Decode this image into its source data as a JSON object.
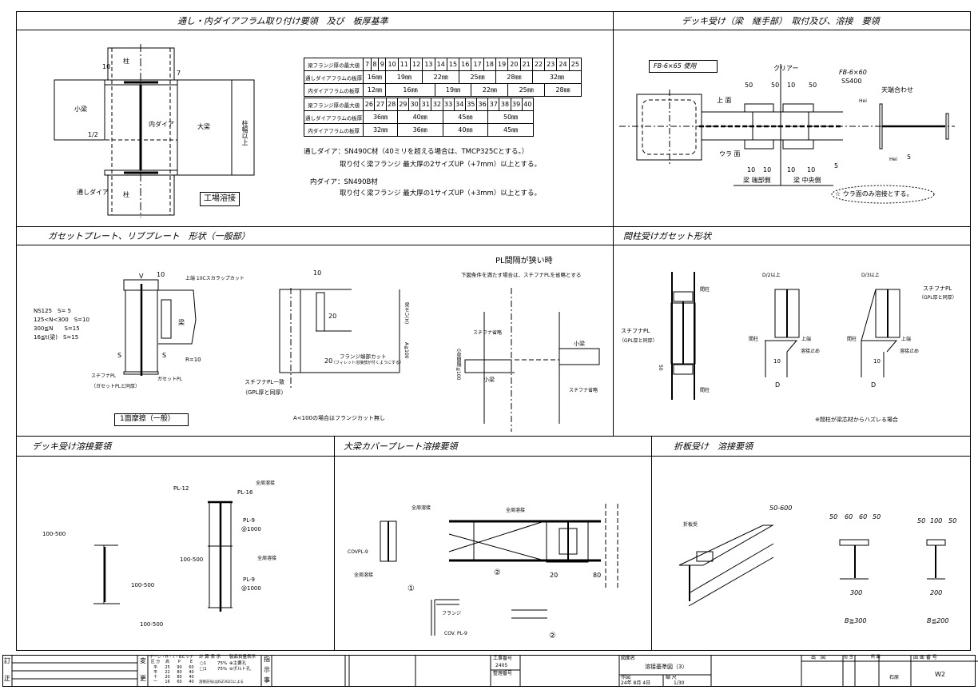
{
  "sections": [
    {
      "title": "通し・内ダイアフラム取り付け要領　及び　板厚基準"
    },
    {
      "title": "デッキ受け（梁　継手部）　取付及び、溶接　要領"
    },
    {
      "title": "ガセットプレート、リブプレート　形状（一般部）"
    },
    {
      "title": "間柱受けガセット形状"
    },
    {
      "title": "デッキ受け溶接要領"
    },
    {
      "title": "大梁カバープレート溶接要領"
    },
    {
      "title": "折板受け　溶接要領"
    }
  ],
  "diaphragm": {
    "labels": {
      "column": "柱",
      "small_beam": "小梁",
      "big_beam": "大梁",
      "inner_dia": "内ダイア",
      "through_dia": "通しダイア",
      "factory_weld": "工場溶接",
      "dim10": "10",
      "dim7": "7",
      "half": "1/2",
      "beam_width": "柱幅以上"
    },
    "table1": {
      "header_label": "梁フランジ厚の最大値",
      "thickness": [
        "7",
        "8",
        "9",
        "10",
        "11",
        "12",
        "13",
        "14",
        "15",
        "16",
        "17",
        "18",
        "19",
        "20",
        "21",
        "22",
        "23",
        "24",
        "25"
      ],
      "through_label": "通しダイアフラムの板厚",
      "through": [
        {
          "v": "16㎜",
          "span": 3
        },
        {
          "v": "19㎜",
          "span": 3
        },
        {
          "v": "22㎜",
          "span": 3
        },
        {
          "v": "25㎜",
          "span": 3
        },
        {
          "v": "28㎜",
          "span": 3
        },
        {
          "v": "32㎜",
          "span": 4
        }
      ],
      "inner_label": "内ダイアフラムの板厚",
      "inner": [
        {
          "v": "12㎜",
          "span": 3
        },
        {
          "v": "16㎜",
          "span": 4
        },
        {
          "v": "19㎜",
          "span": 3
        },
        {
          "v": "22㎜",
          "span": 3
        },
        {
          "v": "25㎜",
          "span": 3
        },
        {
          "v": "28㎜",
          "span": 3
        }
      ]
    },
    "table2": {
      "header_label": "梁フランジ厚の最大値",
      "thickness": [
        "26",
        "27",
        "28",
        "29",
        "30",
        "31",
        "32",
        "33",
        "34",
        "35",
        "36",
        "37",
        "38",
        "39",
        "40"
      ],
      "through_label": "通しダイアフラムの板厚",
      "through": [
        {
          "v": "36㎜",
          "span": 3
        },
        {
          "v": "40㎜",
          "span": 4
        },
        {
          "v": "45㎜",
          "span": 4
        },
        {
          "v": "50㎜",
          "span": 4
        }
      ],
      "inner_label": "内ダイアフラムの板厚",
      "inner": [
        {
          "v": "32㎜",
          "span": 3
        },
        {
          "v": "36㎜",
          "span": 4
        },
        {
          "v": "40㎜",
          "span": 4
        },
        {
          "v": "45㎜",
          "span": 4
        }
      ]
    },
    "notes": [
      "通しダイア：SN490C材（40ミリを超える場合は、TMCP325Cとする。）",
      "取り付く梁フランジ 最大厚の2サイズUP（+7mm）以上とする。",
      "内ダイア：SN490B材",
      "取り付く梁フランジ 最大厚の1サイズUP（+3mm）以上とする。"
    ]
  },
  "deck_joint": {
    "fb_box": "FB-6×65 使用",
    "clear": "クリアー",
    "fb": "FB-6×60",
    "ss": "SS400",
    "d50a": "50",
    "d50b": "50",
    "d10a": "10",
    "d50c": "50",
    "top_face": "上 面",
    "back_face": "ウラ 面",
    "b10": [
      "10",
      "10",
      "10",
      "10"
    ],
    "end_side": "梁 端部側",
    "center_side": "梁 中央側",
    "note": "☆ ウラ面のみ溶接とする。",
    "top_align": "天端合わせ",
    "w5a": "5",
    "w5b": "5",
    "hei_a": "Hei",
    "hei_b": "Hei"
  },
  "gusset": {
    "s_rules": [
      "NS125　S= 5",
      "125<N<300　S=10",
      "300≦N　　S=15",
      "16≦t(梁)　S=15"
    ],
    "v": "V",
    "d10": "10",
    "scallop": "上端 10Cスカラップカット",
    "beam": "梁",
    "r10": "R=10",
    "s1": "S",
    "s2": "S",
    "stiff": "スチフナPL",
    "stiff_note": "（ガセットPLと同厚）",
    "gpl": "ガセットPL",
    "box": "1面摩擦（一般）",
    "d10b": "10",
    "d20": "20",
    "d20b": "20",
    "beam_h": "梁せい(H)",
    "a_dim": "A≧100",
    "flange_cut": "フランジ端部カット",
    "flange_note": "（フィレット溶接部が付くようにする）",
    "stiff2": "スチフナPL一致",
    "stiff2_note": "（GPL厚と同厚）",
    "a_note": "A<100の場合はフランジカット無し",
    "narrow_title": "PL間隔が狭い時",
    "narrow_note": "下図条件を満たす場合は、スチフナPLを省略とする",
    "omit1": "スチフナ省略",
    "omit2": "スチフナ省略",
    "sb1": "小梁",
    "sb2": "小梁",
    "gap": "小梁間隔≦100"
  },
  "stud": {
    "col1": "間柱",
    "col2": "間柱",
    "stiff": "スチフナPL",
    "stiff_note": "（GPL厚と同厚）",
    "d50": "50",
    "d2": "D/2以上",
    "d3": "D/3以上",
    "col3": "間柱",
    "top1": "上端",
    "col4": "間柱",
    "top2": "上端",
    "stop1": "溶接止め",
    "stop2": "溶接止め",
    "t10a": "10",
    "t10b": "10",
    "da": "D",
    "db": "D",
    "stiff2": "スチフナPL",
    "stiff2_note": "（GPL厚と同厚）",
    "note": "※間柱が梁芯材からハズレる場合"
  },
  "deck_weld": {
    "w1": "100-500",
    "w2": "100-500",
    "w3": "100-500",
    "w4": "100-500",
    "pl12": "PL-12",
    "pl16": "PL-16",
    "pl9a": "PL-9",
    "at1": "@1000",
    "pl9b": "PL-9",
    "at2": "@1000",
    "allround1": "全周溶接",
    "allround2": "全周溶接"
  },
  "cover": {
    "ar1": "全周溶接",
    "cov": "COVPL-9",
    "ar2": "全周溶接",
    "ar3": "全周溶接",
    "c2a": "②",
    "d20": "20",
    "d80": "80",
    "c1": "①",
    "flange": "フランジ",
    "covpl": "COV. PL-9",
    "c2b": "②"
  },
  "folded": {
    "weld": "50-600",
    "receiver": "折板受",
    "dims300": [
      "50",
      "60",
      "60",
      "50"
    ],
    "dims200": [
      "50",
      "100",
      "50"
    ],
    "w300": "300",
    "w200": "200",
    "b300": "B≧300",
    "b200": "B≦200"
  },
  "title_block": {
    "revise": [
      "訂",
      "正"
    ],
    "change": [
      "変",
      "更"
    ],
    "pitch_title": "ゲージ・H・T・Bピッチ",
    "pitch_head": [
      "区 分",
      "高",
      "P",
      "E"
    ],
    "pitch_rows": [
      [
        "平",
        "25",
        "90",
        "60"
      ],
      [
        "平",
        "22",
        "80",
        "40"
      ],
      [
        "十",
        "20",
        "80",
        "40"
      ],
      [
        "一",
        "16",
        "60",
        "40"
      ]
    ],
    "calc_title": "計 算 表 示",
    "calc_rows": [
      [
        "○1",
        "75%"
      ],
      [
        "□1",
        "75%"
      ]
    ],
    "hole_title": "製品質量表示",
    "holes": [
      "⊕主要孔",
      "⊖ボルト孔"
    ],
    "weld_std": "溶接記号はJISZ3021による",
    "instr": [
      "指",
      "示",
      "事"
    ],
    "job_no_label": "工事番号",
    "job_no": "2405",
    "ref_no_label": "整理番号",
    "drawing_name_label": "図面名",
    "drawing_name": "溶接基準図（3）",
    "drawn_label": "作図",
    "drawn_date": "24年 8月 4日",
    "scale_label": "縮 尺",
    "scale": "1/30",
    "issue": "出　図",
    "charge": "担 当",
    "check": "照 図",
    "drawing_no_label": "図 面 番 号",
    "person": "石原",
    "drawing_no": "W2"
  }
}
